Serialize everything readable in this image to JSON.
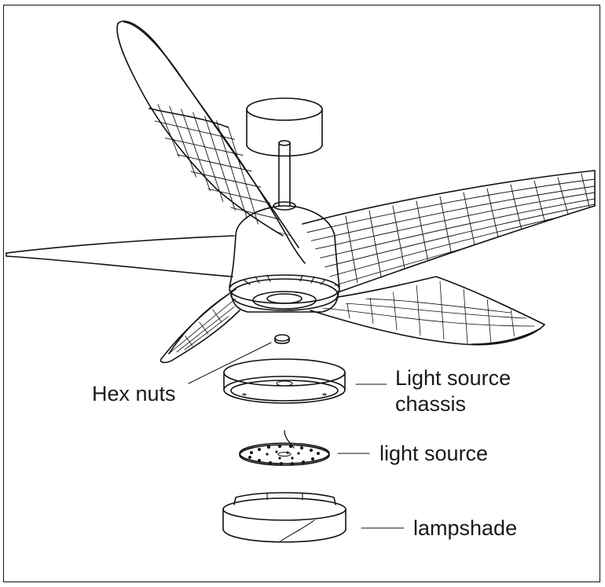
{
  "labels": {
    "hex_nuts": "Hex nuts",
    "light_source_chassis_line1": "Light source",
    "light_source_chassis_line2": "chassis",
    "light_source": "light source",
    "lampshade": "lampshade"
  }
}
